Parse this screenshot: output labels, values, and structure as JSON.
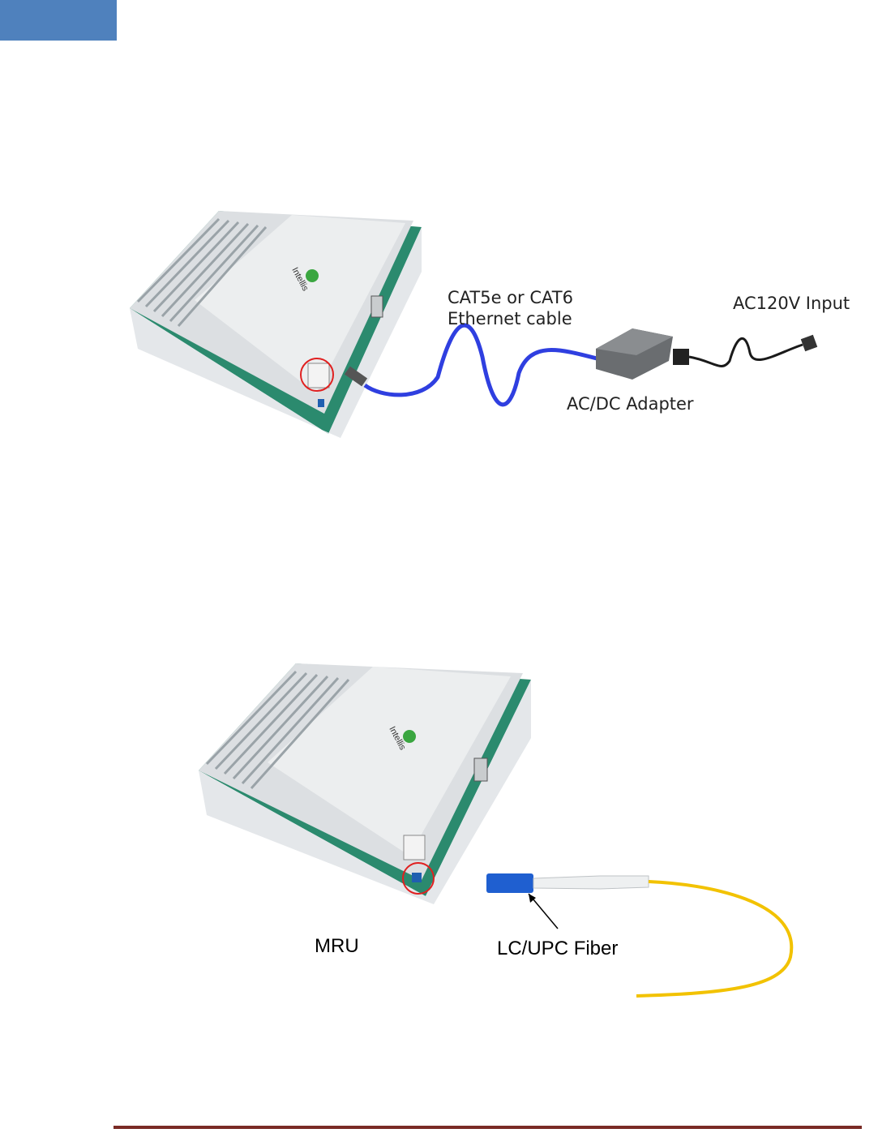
{
  "figure1": {
    "brand_text": "Intellis",
    "cable_label_line1": "CAT5e or CAT6",
    "cable_label_line2": "Ethernet cable",
    "adapter_label": "AC/DC Adapter",
    "input_label": "AC120V Input"
  },
  "figure2": {
    "brand_text": "Intellis",
    "unit_label": "MRU",
    "fiber_label": "LC/UPC Fiber"
  },
  "colors": {
    "header_tab": "#4f81bd",
    "footer_rule": "#7a2b25",
    "ethernet_cable": "#2f3fe0",
    "fiber_cable": "#f2c200",
    "highlight_circle": "#e02020"
  }
}
